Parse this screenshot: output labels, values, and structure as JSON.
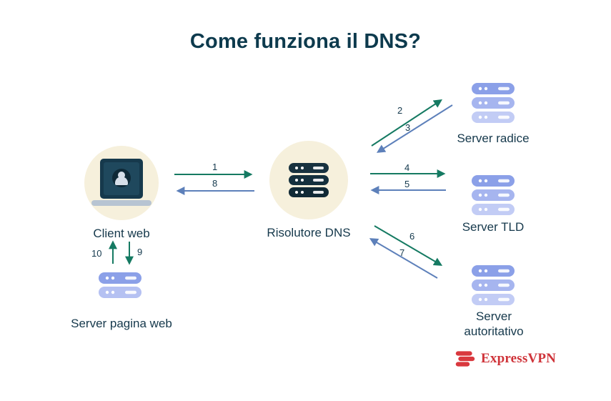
{
  "title": "Come funziona il DNS?",
  "nodes": {
    "client": {
      "label": "Client web"
    },
    "resolver": {
      "label": "Risolutore DNS"
    },
    "root_server": {
      "label": "Server radice"
    },
    "tld_server": {
      "label": "Server TLD"
    },
    "authoritative_server": {
      "label": "Server autoritativo"
    },
    "webpage_server": {
      "label": "Server pagina web"
    }
  },
  "arrows": [
    {
      "label": "1",
      "from": "client",
      "to": "resolver",
      "color": "#157a62"
    },
    {
      "label": "2",
      "from": "resolver",
      "to": "root_server",
      "color": "#157a62"
    },
    {
      "label": "3",
      "from": "root_server",
      "to": "resolver",
      "color": "#5d80ba"
    },
    {
      "label": "4",
      "from": "resolver",
      "to": "tld_server",
      "color": "#157a62"
    },
    {
      "label": "5",
      "from": "tld_server",
      "to": "resolver",
      "color": "#5d80ba"
    },
    {
      "label": "6",
      "from": "resolver",
      "to": "authoritative_server",
      "color": "#157a62"
    },
    {
      "label": "7",
      "from": "authoritative_server",
      "to": "resolver",
      "color": "#5d80ba"
    },
    {
      "label": "8",
      "from": "resolver",
      "to": "client",
      "color": "#5d80ba"
    },
    {
      "label": "9",
      "from": "client",
      "to": "webpage_server",
      "color": "#157a62"
    },
    {
      "label": "10",
      "from": "webpage_server",
      "to": "client",
      "color": "#157a62"
    }
  ],
  "brand": {
    "name": "ExpressVPN",
    "color": "#cf3339"
  },
  "colors": {
    "title": "#0d3a4d",
    "node_label": "#16394c",
    "request_arrow": "#157a62",
    "response_arrow": "#5d80ba",
    "halo": "#f6f0dc",
    "server_light_1": "#8ba0e8",
    "server_light_2": "#a6b5ef",
    "server_light_3": "#c2ccf5",
    "server_dark": "#18323f",
    "background": "#ffffff"
  }
}
